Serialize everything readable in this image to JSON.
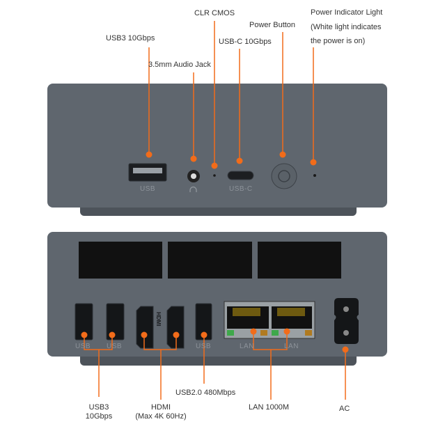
{
  "colors": {
    "accent": "#f26c1a",
    "body": "#5f666e",
    "body_dark": "#4d535a",
    "label": "#333333"
  },
  "front_callouts": {
    "usb3": "USB3 10Gbps",
    "audio": "3.5mm Audio Jack",
    "clr_cmos": "CLR CMOS",
    "usb_c": "USB-C 10Gbps",
    "power_button": "Power Button",
    "power_light": [
      "Power Indicator Light",
      "(White light indicates",
      "the power is on)"
    ]
  },
  "front_port_labels": {
    "usb": "USB",
    "usb_c": "USB-C"
  },
  "back_port_labels": {
    "usb1": "USB",
    "usb2": "USB",
    "hdmi": "HDMI",
    "usb3": "USB",
    "lan1": "LAN",
    "lan2": "LAN"
  },
  "back_callouts": {
    "usb3": [
      "USB3",
      "10Gbps"
    ],
    "hdmi": [
      "HDMI",
      "(Max 4K 60Hz)"
    ],
    "usb2": "USB2.0 480Mbps",
    "lan": "LAN 1000M",
    "ac": "AC"
  }
}
